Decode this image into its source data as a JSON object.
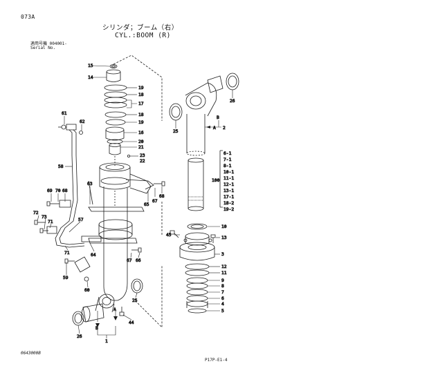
{
  "header": {
    "page_code": "073A",
    "title_jp": "シリンダ；ブーム（右）",
    "title_en": "CYL.:BOOM (R)",
    "applicable_label_jp": "適用号機  004001-",
    "serial_label": "Serial No."
  },
  "footer": {
    "drawing_number": "0643000B",
    "sheet_code": "P17P-E1-4"
  },
  "callouts": {
    "c15": "15",
    "c14": "14",
    "c19a": "19",
    "c18a": "18",
    "c17": "17",
    "c18b": "18",
    "c19b": "19",
    "c16": "16",
    "c20": "20",
    "c21": "21",
    "c23": "23",
    "c22": "22",
    "c26a": "26",
    "c25a": "25",
    "cB1": "B",
    "cA1": "A",
    "c2": "2",
    "c61": "61",
    "c62": "62",
    "c58": "58",
    "c69": "69",
    "c70": "70",
    "c68a": "68",
    "c63": "63",
    "c68b": "68",
    "c67a": "67",
    "c65": "65",
    "c72": "72",
    "c73": "73",
    "c71a": "71",
    "c57": "57",
    "c71b": "71",
    "c64": "64",
    "c59": "59",
    "c60": "60",
    "c67b": "67",
    "c66": "66",
    "c25b": "25",
    "c44": "44",
    "cA2": "A",
    "cB2": "B",
    "c26b": "26",
    "c1": "1",
    "c100": "100",
    "c10": "10",
    "c45": "45",
    "c13": "13",
    "c3": "3",
    "c12": "12",
    "c11": "11",
    "c9": "9",
    "c8": "8",
    "c7": "7",
    "c6": "6",
    "c4": "4",
    "c5": "5"
  },
  "kit_list": [
    "6-1",
    "7-1",
    "8-1",
    "10-1",
    "11-1",
    "12-1",
    "13-1",
    "17-1",
    "18-2",
    "19-2"
  ]
}
